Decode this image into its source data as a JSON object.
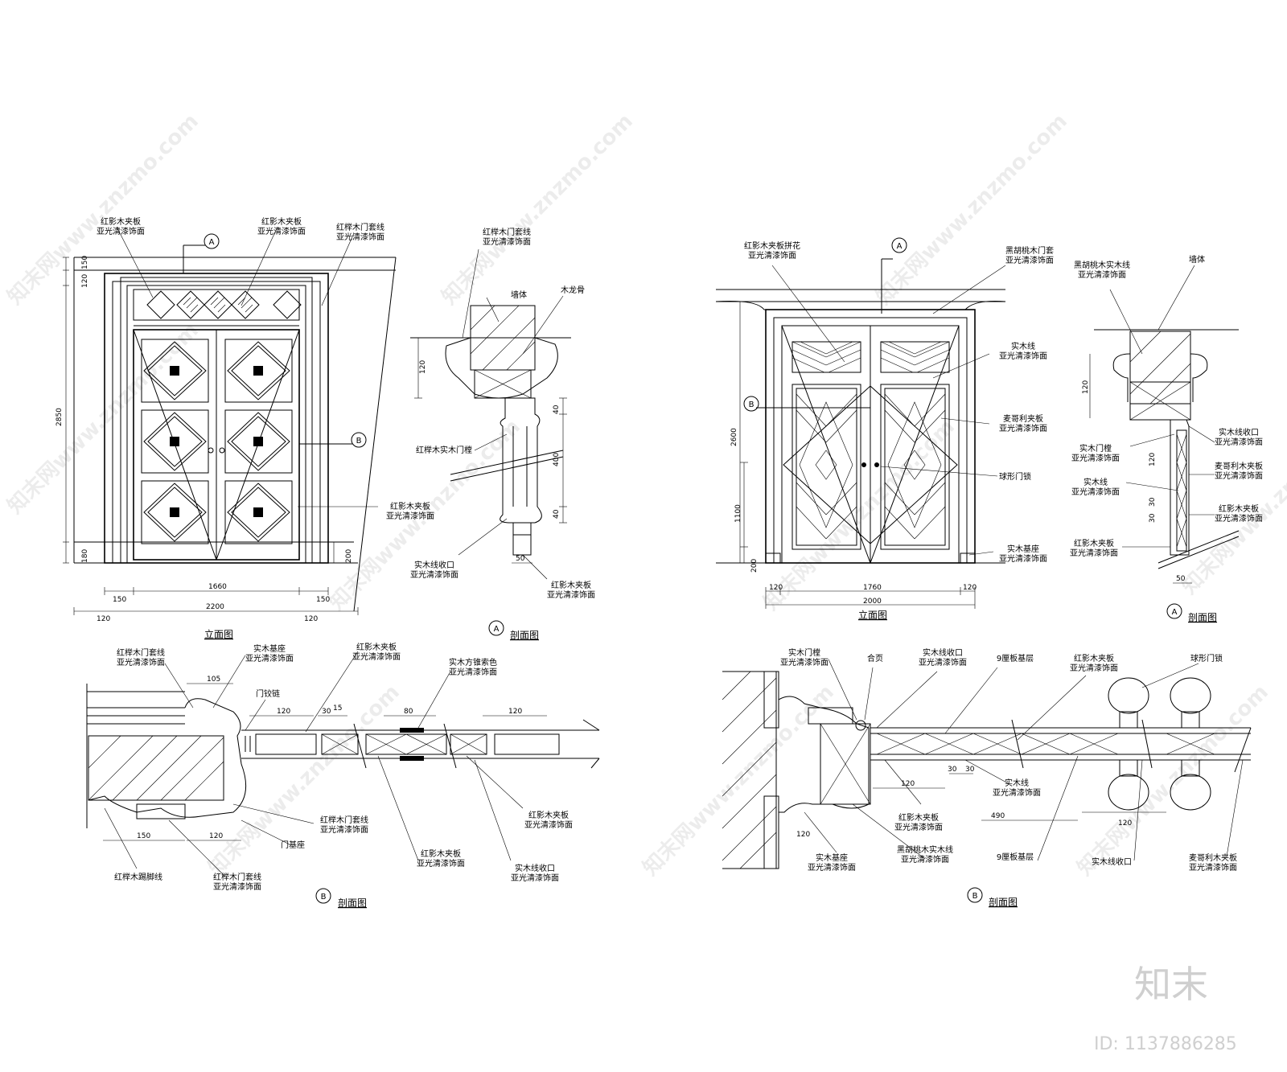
{
  "left": {
    "elevation": {
      "labels": [
        "红影木夹板\n亚光清漆饰面",
        "红影木夹板\n亚光清漆饰面",
        "红榉木门套线\n亚光清漆饰面",
        "红影木夹板\n亚光清漆饰面"
      ],
      "dims_left": [
        "150",
        "120",
        "2850",
        "180"
      ],
      "dims_right": [
        "200"
      ],
      "dims_bottom": [
        "150",
        "1660",
        "150",
        "120",
        "2200",
        "120"
      ],
      "marker_a": "A",
      "marker_b": "B",
      "title": "立面图"
    },
    "section_a": {
      "labels": [
        "红榉木门套线\n亚光清漆饰面",
        "墙体",
        "木龙骨",
        "红榉木实木门樘",
        "实木线收口\n亚光清漆饰面",
        "红影木夹板\n亚光清漆饰面"
      ],
      "dims": [
        "120",
        "40",
        "400",
        "40",
        "50"
      ],
      "marker": "A",
      "title": "剖面图"
    },
    "section_b": {
      "labels": [
        "红榉木门套线\n亚光清漆饰面",
        "实木基座\n亚光清漆饰面",
        "门铰链",
        "红影木夹板\n亚光清漆饰面",
        "实木方锥索色\n亚光清漆饰面",
        "红榉木门套线\n亚光清漆饰面",
        "门基座",
        "红影木夹板\n亚光清漆饰面",
        "红影木夹板\n亚光清漆饰面",
        "实木线收口\n亚光清漆饰面",
        "红榉木踢脚线",
        "红榉木门套线\n亚光清漆饰面"
      ],
      "dims": [
        "105",
        "120",
        "30",
        "15",
        "80",
        "120",
        "150",
        "120"
      ],
      "marker": "B",
      "title": "剖面图"
    }
  },
  "right": {
    "elevation": {
      "labels": [
        "红影木夹板拼花\n亚光清漆饰面",
        "黑胡桃木门套\n亚光清漆饰面",
        "实木线\n亚光清漆饰面",
        "麦哥利夹板\n亚光清漆饰面",
        "球形门锁",
        "实木基座\n亚光清漆饰面"
      ],
      "dims_left": [
        "2600",
        "1100",
        "200"
      ],
      "dims_bottom": [
        "120",
        "1760",
        "120",
        "2000"
      ],
      "marker_a": "A",
      "marker_b": "B",
      "title": "立面图"
    },
    "section_a": {
      "labels": [
        "黑胡桃木实木线\n亚光清漆饰面",
        "墙体",
        "实木门樘\n亚光清漆饰面",
        "实木线\n亚光清漆饰面",
        "实木线收口\n亚光清漆饰面",
        "麦哥利木夹板\n亚光清漆饰面",
        "红影木夹板\n亚光清漆饰面",
        "红影木夹板\n亚光清漆饰面"
      ],
      "dims": [
        "120",
        "120",
        "30",
        "30",
        "50"
      ],
      "marker": "A",
      "title": "剖面图"
    },
    "section_b": {
      "labels": [
        "实木门樘\n亚光清漆饰面",
        "合页",
        "实木线收口\n亚光清漆饰面",
        "9厘板基层",
        "红影木夹板\n亚光清漆饰面",
        "球形门锁",
        "实木线\n亚光清漆饰面",
        "红影木夹板\n亚光清漆饰面",
        "实木基座\n亚光清漆饰面",
        "黑胡桃木实木线\n亚光清漆饰面",
        "9厘板基层",
        "实木线收口",
        "麦哥利木夹板\n亚光清漆饰面"
      ],
      "dims": [
        "30",
        "30",
        "120",
        "490",
        "120",
        "120"
      ],
      "marker": "B",
      "title": "剖面图"
    }
  },
  "watermark": {
    "text": "知末网www.znzmo.com",
    "brand": "知末",
    "id_label": "ID: 1137886285"
  }
}
